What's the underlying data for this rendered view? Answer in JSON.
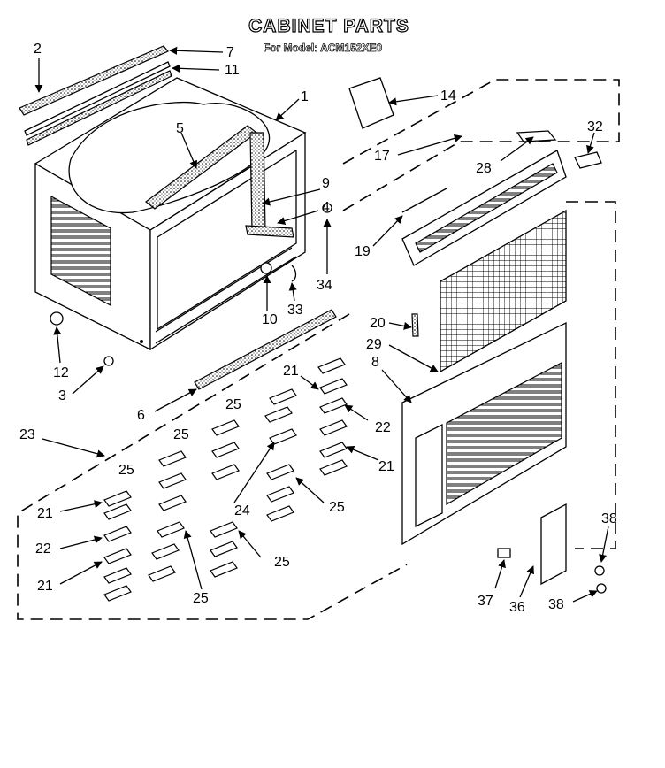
{
  "header": {
    "title": "CABINET PARTS",
    "subtitle": "For Model: ACM152XE0"
  },
  "callouts": {
    "c1": "1",
    "c2": "2",
    "c3": "3",
    "c4": "4",
    "c5": "5",
    "c6": "6",
    "c7": "7",
    "c8": "8",
    "c9": "9",
    "c10": "10",
    "c11": "11",
    "c12": "12",
    "c14": "14",
    "c17": "17",
    "c19": "19",
    "c20": "20",
    "c21a": "21",
    "c21b": "21",
    "c21c": "21",
    "c21d": "21",
    "c22a": "22",
    "c22b": "22",
    "c23": "23",
    "c24": "24",
    "c25a": "25",
    "c25b": "25",
    "c25c": "25",
    "c25d": "25",
    "c25e": "25",
    "c25f": "25",
    "c28": "28",
    "c29": "29",
    "c32": "32",
    "c33": "33",
    "c34": "34",
    "c36": "36",
    "c37": "37",
    "c38a": "38",
    "c38b": "38"
  }
}
